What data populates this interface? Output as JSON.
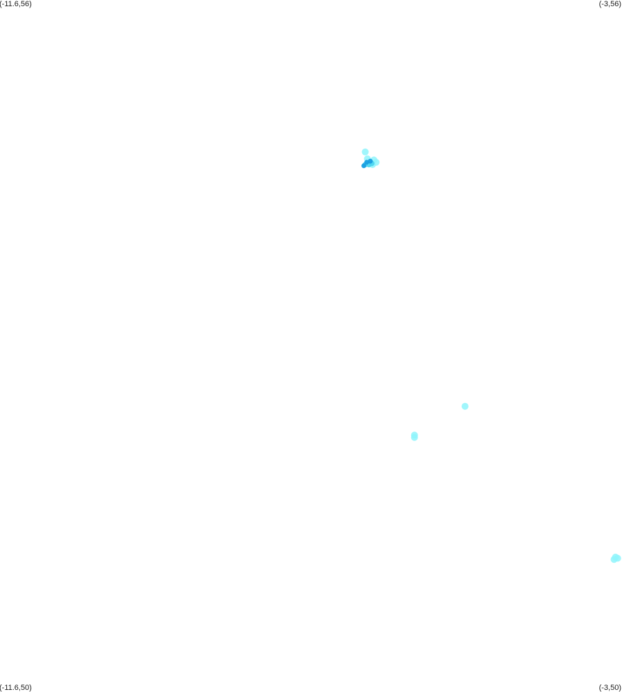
{
  "map": {
    "corners": {
      "top_left": "(-11.6,56)",
      "top_right": "(-3,56)",
      "bottom_left": "(-11.6,50)",
      "bottom_right": "(-3,50)"
    },
    "bounds": {
      "lon_min": -11.6,
      "lon_max": -3,
      "lat_min": 50,
      "lat_max": 56
    },
    "colors": {
      "background": "#ffffff",
      "light": "#8ff5fb",
      "medium": "#49d4f0",
      "dark": "#1a9ee0"
    },
    "clusters": [
      {
        "name": "cluster-north",
        "points": [
          {
            "lon": -6.55,
            "lat": 54.68,
            "level": "light"
          },
          {
            "lon": -6.43,
            "lat": 54.61,
            "level": "light"
          },
          {
            "lon": -6.4,
            "lat": 54.59,
            "level": "light"
          },
          {
            "lon": -6.45,
            "lat": 54.57,
            "level": "light"
          },
          {
            "lon": -6.5,
            "lat": 54.57,
            "level": "medium"
          },
          {
            "lon": -6.53,
            "lat": 54.59,
            "level": "dark"
          },
          {
            "lon": -6.57,
            "lat": 54.56,
            "level": "dark"
          },
          {
            "lon": -6.55,
            "lat": 54.57,
            "level": "medium"
          },
          {
            "lon": -6.48,
            "lat": 54.6,
            "level": "dark"
          },
          {
            "lon": -6.46,
            "lat": 54.58,
            "level": "medium"
          },
          {
            "lon": -6.52,
            "lat": 54.62,
            "level": "light"
          }
        ]
      },
      {
        "name": "cluster-mid-east",
        "points": [
          {
            "lon": -5.17,
            "lat": 52.47,
            "level": "light"
          }
        ]
      },
      {
        "name": "cluster-mid-west",
        "points": [
          {
            "lon": -5.87,
            "lat": 52.22,
            "level": "light"
          },
          {
            "lon": -5.87,
            "lat": 52.2,
            "level": "light"
          }
        ]
      },
      {
        "name": "cluster-south-east",
        "points": [
          {
            "lon": -3.06,
            "lat": 51.15,
            "level": "light"
          },
          {
            "lon": -3.11,
            "lat": 51.14,
            "level": "light"
          },
          {
            "lon": -3.09,
            "lat": 51.16,
            "level": "light"
          }
        ]
      }
    ]
  }
}
